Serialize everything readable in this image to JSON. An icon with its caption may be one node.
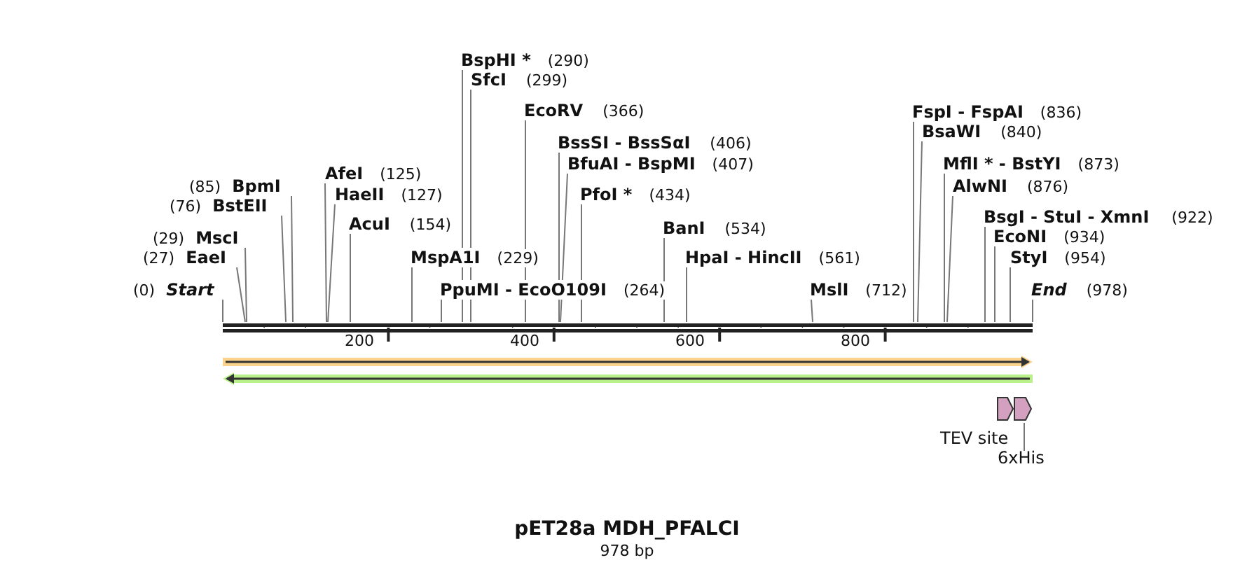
{
  "diagram": {
    "title": "pET28a MDH_PFALCI",
    "nodes": [
      {
        "text": [
          "(0)",
          "Start"
        ]
      },
      {
        "text": [
          "(27)",
          "EaeI"
        ]
      },
      {
        "text": [
          "(29)",
          "MscI"
        ]
      },
      {
        "text": [
          "(76)",
          "BstEII"
        ]
      },
      {
        "text": [
          "(85)",
          "BpmI"
        ]
      },
      {
        "text": [
          "AfeI",
          "(125)"
        ]
      },
      {
        "text": [
          "HaeII",
          "(127)"
        ]
      },
      {
        "text": [
          "AcuI",
          "(154)"
        ]
      },
      {
        "text": [
          "MspA1I",
          "(229)"
        ]
      },
      {
        "text": [
          "PpuMI - EcoO109I",
          "(264)"
        ]
      },
      {
        "text": [
          "BspHI *",
          "(290)"
        ]
      },
      {
        "text": [
          "SfcI",
          "(299)"
        ]
      },
      {
        "text": [
          "EcoRV",
          "(366)"
        ]
      },
      {
        "text": [
          "BssSI - BssSαI",
          "(406)"
        ]
      },
      {
        "text": [
          "BfuAI - BspMI",
          "(407)"
        ]
      },
      {
        "text": [
          "PfoI *",
          "(434)"
        ]
      },
      {
        "text": [
          "BanI",
          "(534)"
        ]
      },
      {
        "text": [
          "HpaI - HincII",
          "(561)"
        ]
      },
      {
        "text": [
          "MslI",
          "(712)"
        ]
      },
      {
        "text": [
          "FspI - FspAI",
          "(836)"
        ]
      },
      {
        "text": [
          "BsaWI",
          "(840)"
        ]
      },
      {
        "text": [
          "MflI * - BstYI",
          "(873)"
        ]
      },
      {
        "text": [
          "AlwNI",
          "(876)"
        ]
      },
      {
        "text": [
          "BsgI - StuI - XmnI",
          "(922)"
        ]
      },
      {
        "text": [
          "EcoNI",
          "(934)"
        ]
      },
      {
        "text": [
          "StyI",
          "(954)"
        ]
      },
      {
        "text": [
          "End",
          "(978)"
        ]
      },
      {
        "text": [],
        "shape": "bar"
      },
      {
        "text": [],
        "shape": "arrow"
      },
      {
        "text": [],
        "shape": "arrow"
      },
      {
        "text": [],
        "shape": "arrow",
        "beside": [
          "TEV site"
        ]
      },
      {
        "text": [],
        "shape": "arrow"
      },
      {
        "text": [
          "6xHis"
        ]
      }
    ],
    "edges": [
      {
        "from": 0,
        "to": 27,
        "arrow": "none"
      },
      {
        "from": 1,
        "to": 27,
        "arrow": "none"
      },
      {
        "from": 2,
        "to": 27,
        "arrow": "none"
      },
      {
        "from": 3,
        "to": 27,
        "arrow": "none"
      },
      {
        "from": 4,
        "to": 27,
        "arrow": "none"
      },
      {
        "from": 5,
        "to": 27,
        "arrow": "none"
      },
      {
        "from": 6,
        "to": 27,
        "arrow": "none"
      },
      {
        "from": 7,
        "to": 27,
        "arrow": "none"
      },
      {
        "from": 8,
        "to": 27,
        "arrow": "none"
      },
      {
        "from": 9,
        "to": 27,
        "arrow": "none"
      },
      {
        "from": 10,
        "to": 27,
        "arrow": "none"
      },
      {
        "from": 11,
        "to": 27,
        "arrow": "none"
      },
      {
        "from": 12,
        "to": 27,
        "arrow": "none"
      },
      {
        "from": 13,
        "to": 27,
        "arrow": "none"
      },
      {
        "from": 14,
        "to": 27,
        "arrow": "none"
      },
      {
        "from": 15,
        "to": 27,
        "arrow": "none"
      },
      {
        "from": 16,
        "to": 27,
        "arrow": "none"
      },
      {
        "from": 17,
        "to": 27,
        "arrow": "none"
      },
      {
        "from": 18,
        "to": 27,
        "arrow": "none"
      },
      {
        "from": 19,
        "to": 27,
        "arrow": "none"
      },
      {
        "from": 20,
        "to": 27,
        "arrow": "none"
      },
      {
        "from": 21,
        "to": 27,
        "arrow": "none"
      },
      {
        "from": 22,
        "to": 27,
        "arrow": "none"
      },
      {
        "from": 23,
        "to": 27,
        "arrow": "none"
      },
      {
        "from": 24,
        "to": 27,
        "arrow": "none"
      },
      {
        "from": 25,
        "to": 27,
        "arrow": "none"
      },
      {
        "from": 26,
        "to": 27,
        "arrow": "none"
      },
      {
        "from": 32,
        "to": 31,
        "arrow": "none"
      }
    ],
    "labels": [
      "200",
      "400",
      "600",
      "800",
      "978 bp"
    ]
  }
}
